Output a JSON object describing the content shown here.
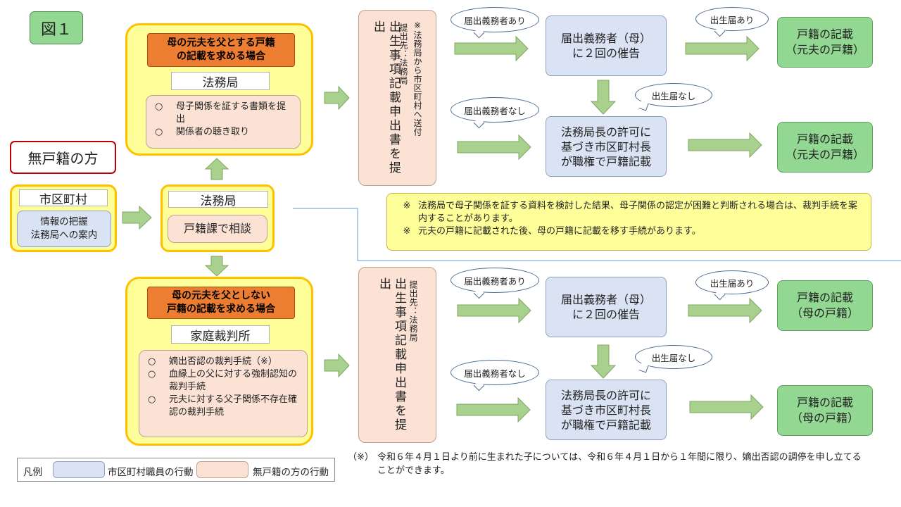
{
  "figure_label": "図１",
  "mukoseki_label": "無戸籍の方",
  "city": {
    "title": "市区町村",
    "actions": "情報の把握\n法務局への案内"
  },
  "consult": {
    "title": "法務局",
    "action": "戸籍課で相談"
  },
  "upper": {
    "case_title": "母の元夫を父とする戸籍\nの記載を求める場合",
    "org": "法務局",
    "items": [
      "母子関係を証する書類を提出",
      "関係者の聴き取り"
    ],
    "bullet": "○",
    "application": "出生事項記載申出書を提出",
    "note_a": "※法務局から市区町村へ送付",
    "note_b": "提出先：法務局",
    "branch_yes_label": "届出義務者あり",
    "branch_no_label": "届出義務者なし",
    "urge": "届出義務者（母）\nに２回の催告",
    "birth_yes_label": "出生届あり",
    "birth_no_label": "出生届なし",
    "permit": "法務局長の許可に\n基づき市区町村長\nが職権で戸籍記載",
    "result_1": "戸籍の記載\n（元夫の戸籍）",
    "result_2": "戸籍の記載\n（元夫の戸籍）"
  },
  "lower": {
    "case_title": "母の元夫を父としない\n戸籍の記載を求める場合",
    "org": "家庭裁判所",
    "items": [
      "嫡出否認の裁判手続（※）",
      "血縁上の父に対する強制認知の裁判手続",
      "元夫に対する父子関係不存在確認の裁判手続"
    ],
    "bullet": "○",
    "application": "出生事項記載申出書を提出",
    "note_b": "提出先：法務局",
    "branch_yes_label": "届出義務者あり",
    "branch_no_label": "届出義務者なし",
    "urge": "届出義務者（母）\nに２回の催告",
    "birth_yes_label": "出生届あり",
    "birth_no_label": "出生届なし",
    "permit": "法務局長の許可に\n基づき市区町村長\nが職権で戸籍記載",
    "result_1": "戸籍の記載\n（母の戸籍）",
    "result_2": "戸籍の記載\n（母の戸籍）"
  },
  "notes": {
    "mark": "※",
    "lines": [
      "法務局で母子関係を証する資料を検討した結果、母子関係の認定が困難と判断される場合は、裁判手続を案内することがあります。",
      "元夫の戸籍に記載された後、母の戸籍に記載を移す手続があります。"
    ]
  },
  "footnote": {
    "mark": "（※）",
    "text": "令和６年４月１日より前に生まれた子については、令和６年４月１日から１年間に限り、嫡出否認の調停を申し立てることができます。"
  },
  "legend": {
    "title": "凡例",
    "city_action": "市区町村職員の行動",
    "person_action": "無戸籍の方の行動"
  },
  "colors": {
    "green": "#92d792",
    "blue": "#dae3f3",
    "peach": "#fbe2d5",
    "yellow": "#ffff99",
    "orange": "#ed7d31",
    "gold": "#ffc000",
    "red": "#c00000",
    "arrow": "#a9d18e"
  }
}
